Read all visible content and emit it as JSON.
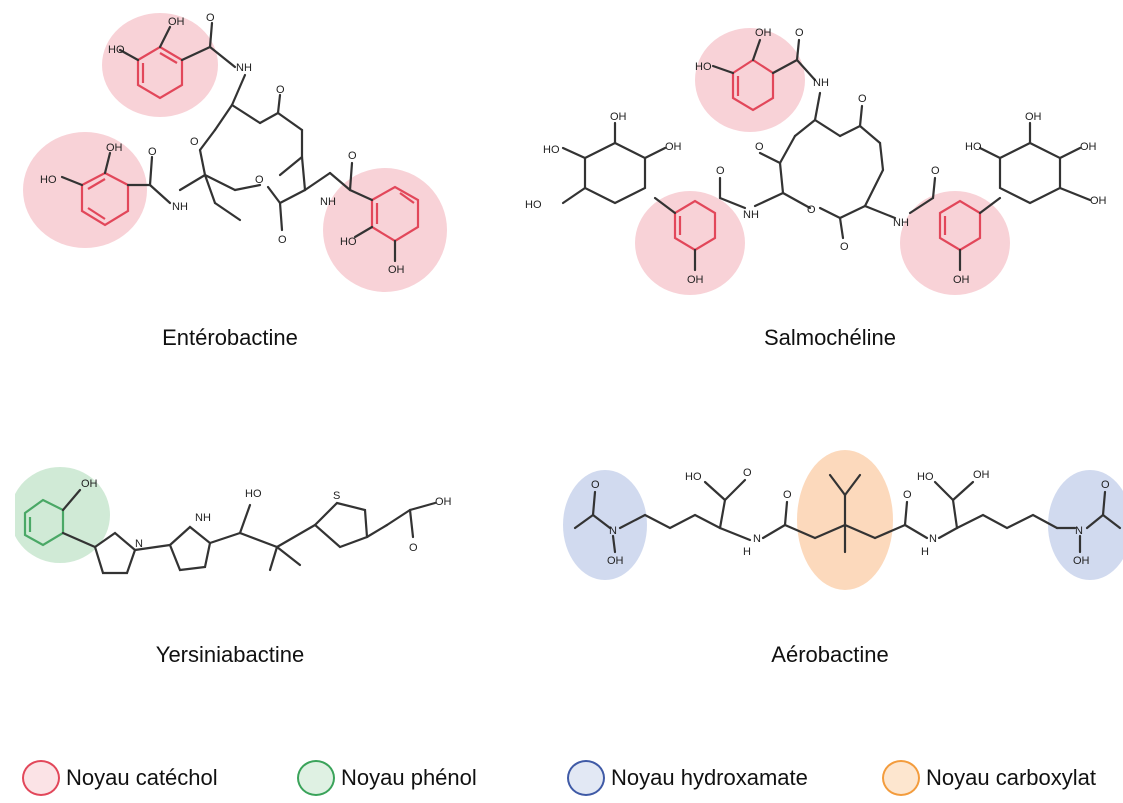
{
  "molecules": [
    {
      "name": "Entérobactine"
    },
    {
      "name": "Salmochéline"
    },
    {
      "name": "Yersiniabactine"
    },
    {
      "name": "Aérobactine"
    }
  ],
  "legend": [
    {
      "label": "Noyau catéchol",
      "color": "#e2475a",
      "fill": "#fbe3e6"
    },
    {
      "label": "Noyau phénol",
      "color": "#3aa35a",
      "fill": "#dff1e3"
    },
    {
      "label": "Noyau hydroxamate",
      "color": "#3f5aa6",
      "fill": "#e2e8f4"
    },
    {
      "label": "Noyau carboxylat",
      "color": "#f39c3d",
      "fill": "#fde6cf"
    }
  ],
  "colors": {
    "catechol_highlight": "#f6c7cd",
    "phenol_highlight": "#c8e6cf",
    "hydroxamate_highlight": "#c9d4ec",
    "carboxylate_highlight": "#fbd2b0"
  }
}
